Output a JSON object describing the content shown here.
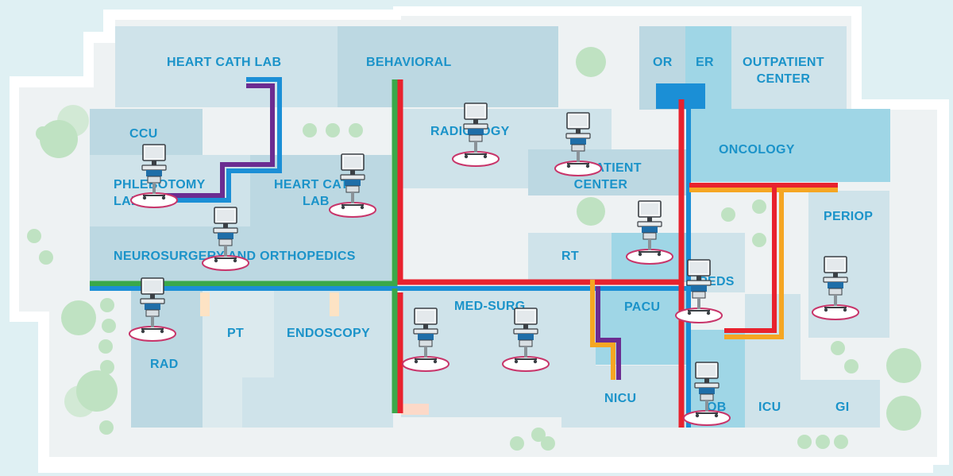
{
  "rooms": {
    "heart_cath_lab": "HEART CATH LAB",
    "behavioral": "BEHAVIORAL",
    "or": "OR",
    "er": "ER",
    "outpatient_center_top": [
      "OUTPATIENT",
      "CENTER"
    ],
    "ccu": "CCU",
    "phlebotomy_lab": [
      "PHLEBOTOMY",
      "LAB"
    ],
    "heart_cath_lab_2": [
      "HEART CATH",
      "LAB"
    ],
    "radiology": "RADIOLOGY",
    "outpatient_center_mid": [
      "OUTPATIENT",
      "CENTER"
    ],
    "oncology": "ONCOLOGY",
    "periop": "PERIOP",
    "neurosurgery_orthopedics": "NEUROSURGERY AND ORTHOPEDICS",
    "rt": "RT",
    "peds": "PEDS",
    "med_surg": "MED-SURG",
    "pacu": "PACU",
    "pt": "PT",
    "endoscopy": "ENDOSCOPY",
    "rad": "RAD",
    "nicu": "NICU",
    "ob": "OB",
    "icu": "ICU",
    "gi": "GI"
  },
  "colors": {
    "room_fill": "#cfe3ea",
    "room_fill_dark": "#bcd8e2",
    "room_fill_blue": "#9fd6e6",
    "label": "#1b93c9",
    "route_blue": "#1b8fd6",
    "route_green": "#3aa84a",
    "route_red": "#e8222e",
    "route_purple": "#6b2c91",
    "route_orange": "#f5a623",
    "tree": "#bfe2c2",
    "cart_ring": "#c8356a"
  },
  "icons": [
    "workstation-cart-icon",
    "tree-icon"
  ]
}
